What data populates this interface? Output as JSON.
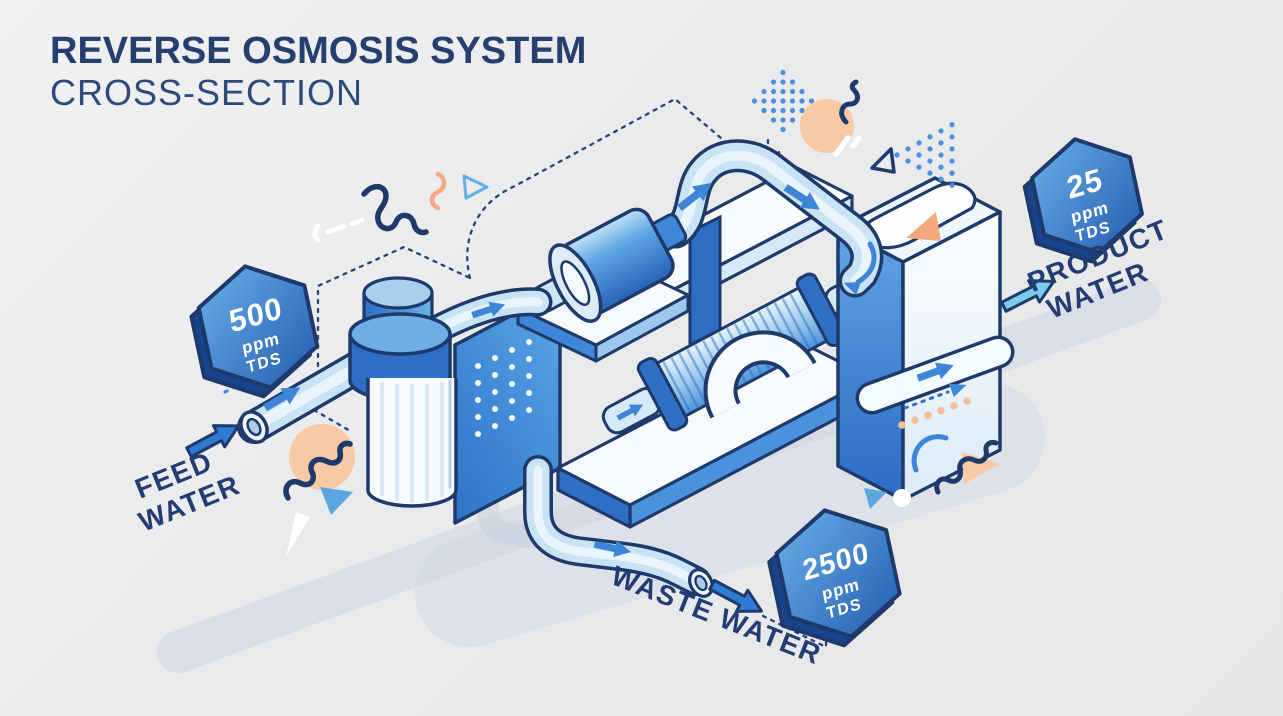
{
  "title": {
    "line1": "REVERSE OSMOSIS SYSTEM",
    "line2": "CROSS-SECTION"
  },
  "labels": {
    "feed_water": {
      "line1": "FEED",
      "line2": "WATER"
    },
    "product_water": {
      "line1": "PRODUCT",
      "line2": "WATER"
    },
    "waste_water": {
      "text": "WASTE WATER"
    }
  },
  "badges": {
    "feed": {
      "value": "500",
      "unit": "ppm",
      "measure": "TDS"
    },
    "product": {
      "value": "25",
      "unit": "ppm",
      "measure": "TDS"
    },
    "waste": {
      "value": "2500",
      "unit": "ppm",
      "measure": "TDS"
    }
  },
  "colors": {
    "background": "#eaebed",
    "outline_navy": "#1e3a6b",
    "primary_blue": "#3d85d6",
    "pipe_light": "#c9e2f4",
    "peach": "#f8c9a2"
  }
}
